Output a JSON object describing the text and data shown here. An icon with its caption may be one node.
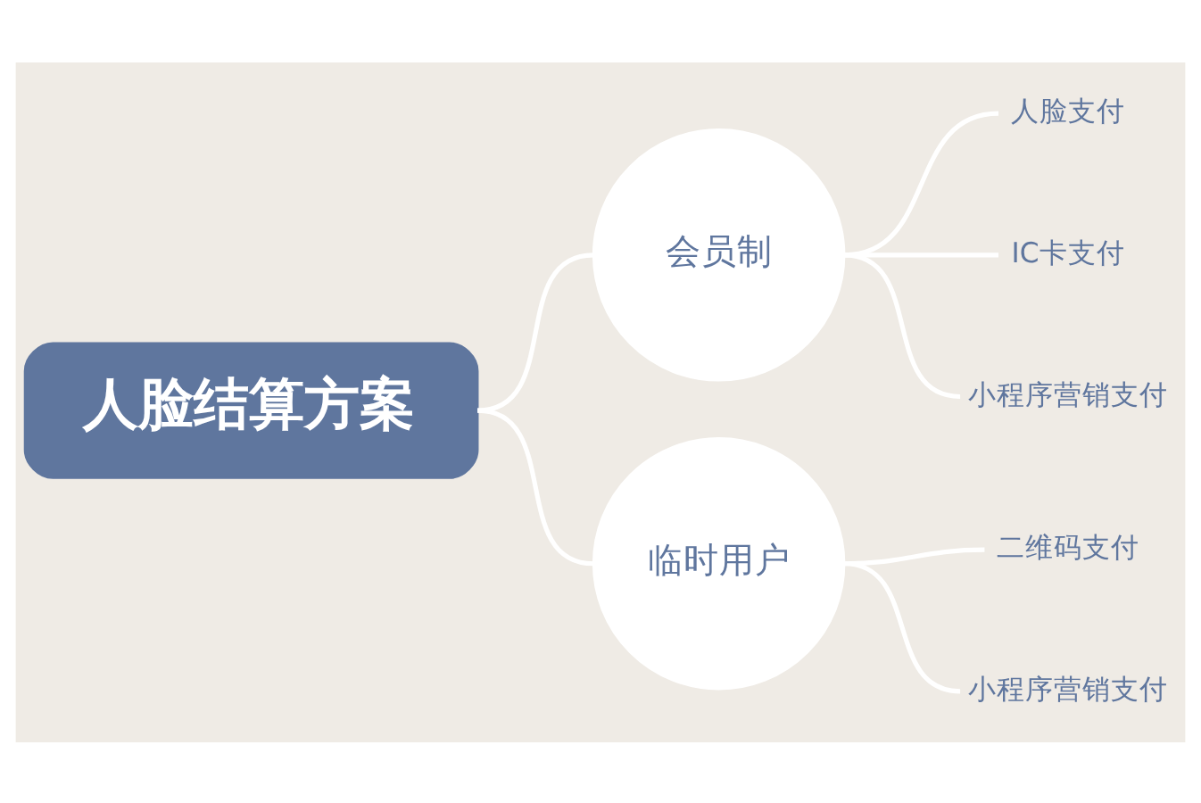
{
  "diagram": {
    "nodes": [
      {
        "text": [
          "人脸结算方案"
        ]
      },
      {
        "text": [
          "会员制"
        ]
      },
      {
        "text": [
          "临时用户"
        ]
      },
      {
        "text": [
          "人脸支付"
        ]
      },
      {
        "text": [
          "IC卡支付"
        ]
      },
      {
        "text": [
          "小程序营销支付"
        ]
      },
      {
        "text": [
          "二维码支付"
        ]
      },
      {
        "text": [
          "小程序营销支付"
        ]
      }
    ],
    "edges": [
      {
        "from": 0,
        "to": 1,
        "arrow": "none"
      },
      {
        "from": 0,
        "to": 2,
        "arrow": "none"
      },
      {
        "from": 1,
        "to": 3,
        "arrow": "none"
      },
      {
        "from": 1,
        "to": 4,
        "arrow": "none"
      },
      {
        "from": 1,
        "to": 5,
        "arrow": "none"
      },
      {
        "from": 2,
        "to": 6,
        "arrow": "none"
      },
      {
        "from": 2,
        "to": 7,
        "arrow": "none"
      }
    ]
  }
}
